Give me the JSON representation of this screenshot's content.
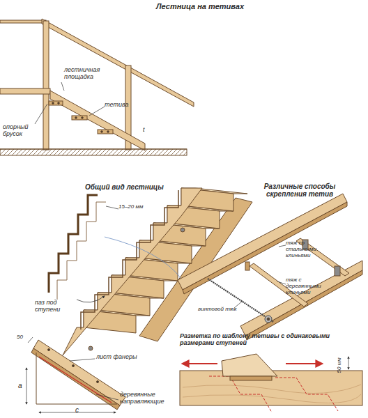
{
  "diagram": {
    "title": "Лестница на тетивах",
    "labels": [
      "лестничная площадка",
      "тетива",
      "опорный брусок",
      "t",
      "Общий вид лестницы",
      "15–20 мм",
      "паз под ступени",
      "Различные способы скрепления тетив",
      "тяж со стальными клиньями",
      "тяж с деревянными клиньями",
      "винтовой тяж",
      "50",
      "лист фанеры",
      "a",
      "c",
      "деревянные направляющие",
      "Разметка по шаблону тетивы с одинаковыми размерами ступеней",
      "50 мм"
    ]
  }
}
